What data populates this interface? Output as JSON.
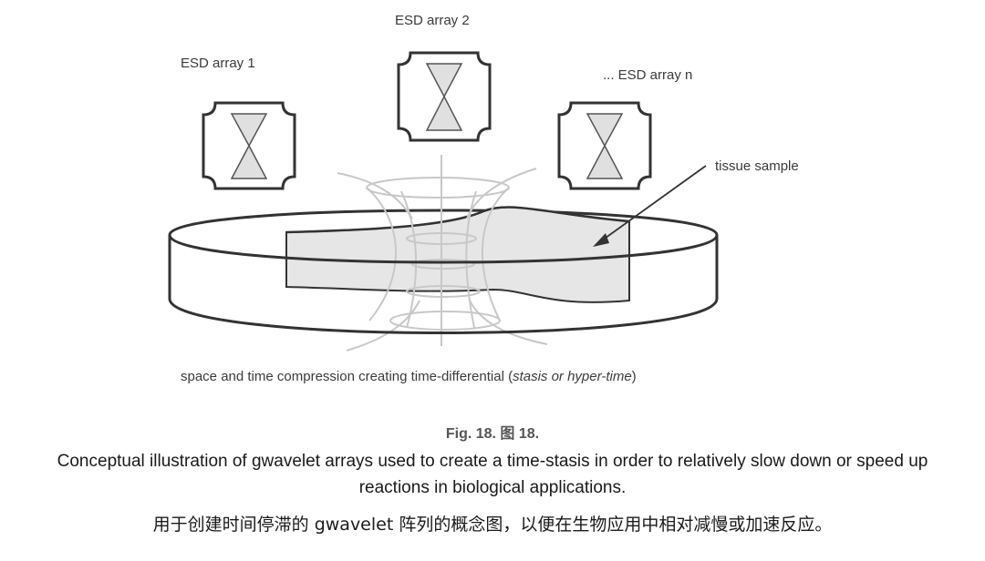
{
  "labels": {
    "array1": "ESD array 1",
    "array2": "ESD array 2",
    "arrayn": "... ESD array n",
    "tissue": "tissue sample",
    "compression_prefix": "space and time compression creating time-differential (",
    "compression_italic": "stasis or hyper-time",
    "compression_suffix": ")"
  },
  "caption": {
    "figure_number": "Fig. 18.  图 18.",
    "english": "Conceptual illustration of gwavelet arrays used to create a time-stasis in order to relatively slow down or speed up reactions in biological applications.",
    "chinese": "用于创建时间停滞的 gwavelet 阵列的概念图，以便在生物应用中相对减慢或加速反应。"
  },
  "colors": {
    "outline": "#333333",
    "light_line": "#c8c8c8",
    "tissue_fill": "#e6e6e6",
    "hourglass_fill": "#e0e0e0"
  }
}
